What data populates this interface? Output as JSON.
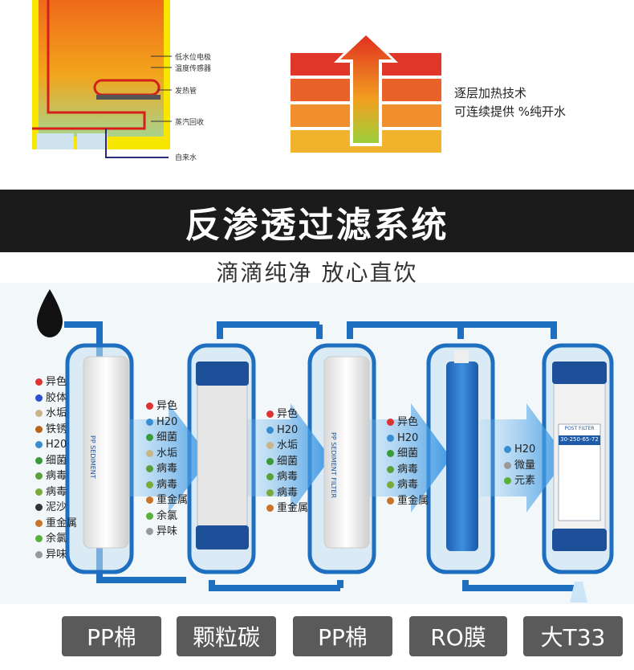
{
  "heater": {
    "labels": [
      "低水位电极",
      "温度传感器",
      "发热管",
      "蒸汽回收",
      "自来水"
    ]
  },
  "heating": {
    "line1": "逐层加热技术",
    "line2": "可连续提供  %纯开水"
  },
  "banner": {
    "title": "反渗透过滤系统"
  },
  "subtitle": "滴滴纯净  放心直饮",
  "stages": [
    {
      "items": [
        "异色",
        "胶体",
        "水垢",
        "铁锈",
        "H20",
        "细菌",
        "病毒",
        "病毒",
        "泥沙",
        "重金属",
        "余氯",
        "异味"
      ]
    },
    {
      "items": [
        "异色",
        "H20",
        "细菌",
        "水垢",
        "病毒",
        "病毒",
        "重金属",
        "余氯",
        "异味"
      ]
    },
    {
      "items": [
        "异色",
        "H20",
        "水垢",
        "细菌",
        "病毒",
        "病毒",
        "重金属"
      ]
    },
    {
      "items": [
        "异色",
        "H20",
        "细菌",
        "病毒",
        "病毒",
        "重金属"
      ]
    },
    {
      "items": [
        "H20",
        "微量",
        "元素"
      ]
    }
  ],
  "cartridge_text": {
    "c1": "PP SEDIMENT",
    "c3": "PP SEDIMENT FILTER",
    "c5_head": "POST FILTER",
    "c5_code": "30-250-65-72"
  },
  "buttons": [
    "PP棉",
    "颗粒碳",
    "PP棉",
    "RO膜",
    "大T33"
  ],
  "colors": {
    "banner": "#1b1b1b",
    "pipe": "#1f6fc0",
    "button": "#5a5a5a"
  }
}
